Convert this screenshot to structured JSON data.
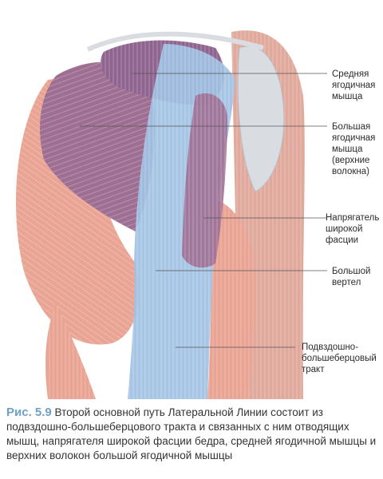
{
  "labels": {
    "gluteus_medius": "Средняя\nягодичная\nмышца",
    "gluteus_maximus": "Большая\nягодичная\nмышца\n(верхние\nволокна)",
    "tfl": "Напрягатель\nширокой\nфасции",
    "greater_trochanter": "Большой\nвертел",
    "it_tract": "Подвздошно-\nбольшеберцовый\nтракт"
  },
  "caption": {
    "figure_label": "Рис. 5.9",
    "text": " Второй основной путь Латеральной Линии состоит из подвздошно-большеберцового тракта и связанных с ним отводящих мышц, напрягателя широкой фасции бедра, средней ягодичной мышцы и верхних волокон большой ягодичной мышцы"
  },
  "colors": {
    "muscle_salmon": "#e9a494",
    "muscle_purple": "#9e6f93",
    "fascia_blue": "#9fc1e3",
    "bone_gray": "#d9dde2",
    "fig_label": "#6fa1c8"
  }
}
